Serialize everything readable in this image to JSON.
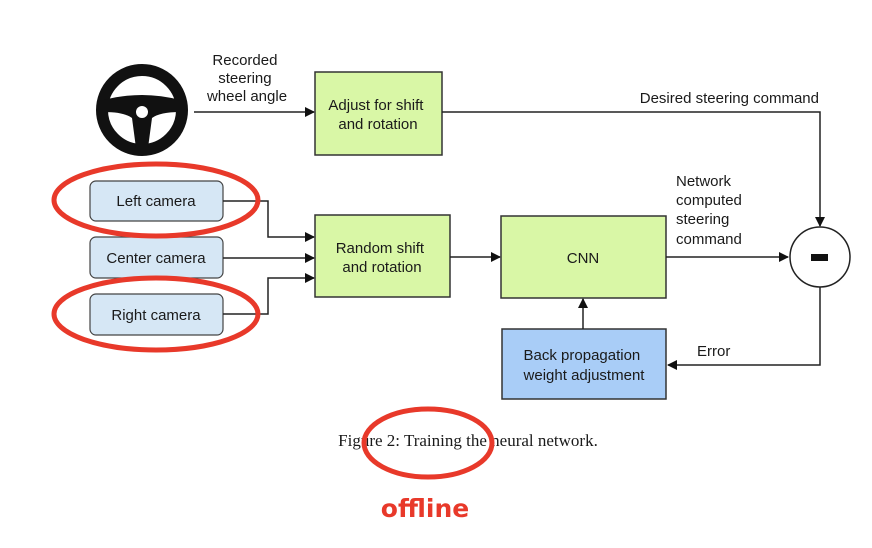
{
  "diagram": {
    "steering_input_label": [
      "Recorded",
      "steering",
      "wheel angle"
    ],
    "nodes": {
      "adjust": [
        "Adjust for shift",
        "and rotation"
      ],
      "random": [
        "Random shift",
        "and rotation"
      ],
      "cnn": "CNN",
      "backprop": [
        "Back propagation",
        "weight adjustment"
      ],
      "left_camera": "Left camera",
      "center_camera": "Center camera",
      "right_camera": "Right camera",
      "subtract": "−"
    },
    "edge_labels": {
      "desired": "Desired steering command",
      "network_computed": [
        "Network",
        "computed",
        "steering",
        "command"
      ],
      "error": "Error"
    },
    "icons": {
      "steering_wheel": "steering-wheel-icon"
    },
    "caption": "Figure 2: Training the neural network.",
    "annotation": "offline",
    "colors": {
      "green_box": "#d9f7a6",
      "blue_box": "#a9cdf7",
      "camera_box": "#d6e7f5",
      "annotation_red": "#e8392a"
    }
  }
}
